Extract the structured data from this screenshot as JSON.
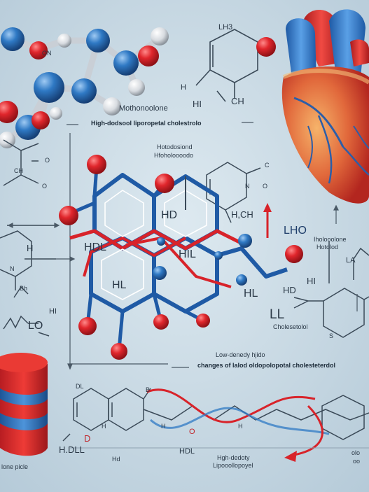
{
  "labels": {
    "mol_top": "LH3",
    "mol_left_on": "ON",
    "methonolone": "Mothonoolone",
    "hi_top": "HI",
    "h_top": "H",
    "ch_top": "CH",
    "headline": "High-dodsool Iiporopetal cholestrolo",
    "subhead_1": "Hotodosiond",
    "subhead_2": "Hfoholoooodo",
    "left_o1": "O",
    "left_o2": "O",
    "left_ch": "CH",
    "left_h": "H",
    "left_n": "N",
    "left_bh": "Bh",
    "left_hi": "HI",
    "left_lo": "LO",
    "ring_c": "C",
    "ring_o": "O",
    "ring_n": "N",
    "ring_hch": "H,CH",
    "hd_center": "HD",
    "hdl_center": "HDL",
    "hil_center": "HIL",
    "hl_center": "HL",
    "hl_right": "HL",
    "lho": "LHO",
    "side_1": "Iholooolone",
    "side_2": "Hotolod",
    "la": "LA",
    "hd_right": "HD",
    "hi_right": "HI",
    "ll": "LL",
    "s_right": "S",
    "cholesterol": "Cholesetolol",
    "low_density": "Low-denedy hjido",
    "changes": "changes of lalod oldopolopotal cholesteterdol",
    "bottom_dl": "DL",
    "bottom_b": "B",
    "bottom_d": "D",
    "bottom_o": "O",
    "bottom_h1": "H",
    "bottom_h2": "H",
    "bottom_h3": "H",
    "bottom_hdl": "H.DLL",
    "bottom_hdl2": "HDL",
    "bottom_hd": "Hd",
    "bottom_ap": "Hgh-dedoty",
    "bottom_lipo": "Lipooollopoyel",
    "bottom_right": "olo",
    "bottom_right2": "oo",
    "bottom_left": "lone picle"
  },
  "colors": {
    "background": "#c8dbe6",
    "atom_red": "#d8232a",
    "atom_blue": "#2f79c4",
    "bond_gray": "#d9dde2",
    "heart_red": "#d53a31",
    "vessel_blue": "#3a7cc7",
    "line_dark": "#3b4a58"
  }
}
